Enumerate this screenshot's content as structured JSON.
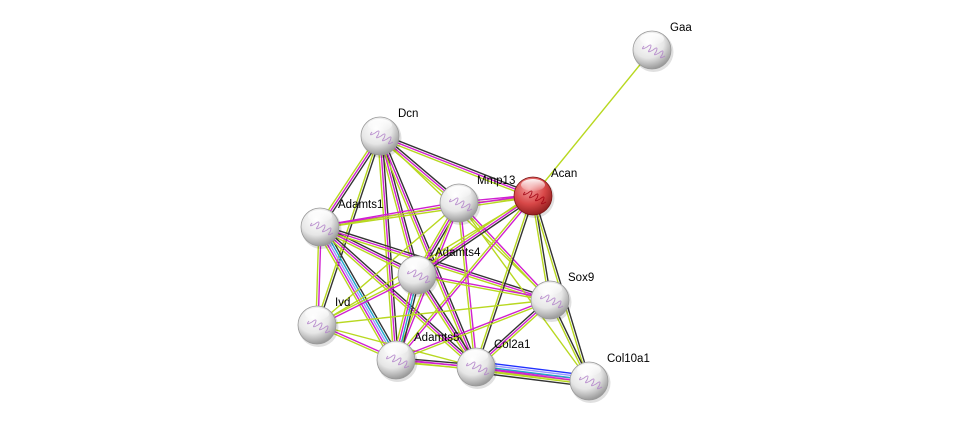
{
  "network": {
    "nodes": [
      {
        "id": "Gaa",
        "label": "Gaa",
        "query": false
      },
      {
        "id": "Dcn",
        "label": "Dcn",
        "query": false
      },
      {
        "id": "Acan",
        "label": "Acan",
        "query": true
      },
      {
        "id": "Mmp13",
        "label": "Mmp13",
        "query": false
      },
      {
        "id": "Adamts1",
        "label": "Adamts1",
        "query": false
      },
      {
        "id": "Adamts4",
        "label": "Adamts4",
        "query": false
      },
      {
        "id": "Sox9",
        "label": "Sox9",
        "query": false
      },
      {
        "id": "Ivd",
        "label": "Ivd",
        "query": false
      },
      {
        "id": "Adamts5",
        "label": "Adamts5",
        "query": false
      },
      {
        "id": "Col2a1",
        "label": "Col2a1",
        "query": false
      },
      {
        "id": "Col10a1",
        "label": "Col10a1",
        "query": false
      }
    ],
    "colors": {
      "query_node": "#d03030",
      "node": "#e8e8e8",
      "coexpression": "#333333",
      "experiments": "#d020d0",
      "textmining": "#b8d820",
      "databases": "#20a8c8",
      "homology": "#9999ff",
      "cooccurrence": "#2030ff"
    },
    "edges": [
      {
        "from": "Gaa",
        "to": "Acan",
        "evidence": [
          "textmining"
        ]
      },
      {
        "from": "Dcn",
        "to": "Acan",
        "evidence": [
          "coexpression",
          "experiments",
          "textmining"
        ]
      },
      {
        "from": "Dcn",
        "to": "Mmp13",
        "evidence": [
          "coexpression",
          "experiments",
          "textmining"
        ]
      },
      {
        "from": "Dcn",
        "to": "Adamts1",
        "evidence": [
          "coexpression",
          "experiments",
          "textmining"
        ]
      },
      {
        "from": "Dcn",
        "to": "Adamts4",
        "evidence": [
          "coexpression",
          "experiments",
          "textmining"
        ]
      },
      {
        "from": "Dcn",
        "to": "Ivd",
        "evidence": [
          "coexpression",
          "textmining"
        ]
      },
      {
        "from": "Dcn",
        "to": "Adamts5",
        "evidence": [
          "coexpression",
          "experiments",
          "textmining"
        ]
      },
      {
        "from": "Dcn",
        "to": "Col2a1",
        "evidence": [
          "coexpression",
          "experiments",
          "textmining"
        ]
      },
      {
        "from": "Dcn",
        "to": "Sox9",
        "evidence": [
          "textmining"
        ]
      },
      {
        "from": "Mmp13",
        "to": "Acan",
        "evidence": [
          "experiments",
          "textmining"
        ]
      },
      {
        "from": "Adamts1",
        "to": "Acan",
        "evidence": [
          "experiments",
          "textmining"
        ]
      },
      {
        "from": "Adamts1",
        "to": "Mmp13",
        "evidence": [
          "experiments",
          "textmining"
        ]
      },
      {
        "from": "Adamts1",
        "to": "Adamts4",
        "evidence": [
          "coexpression",
          "experiments",
          "textmining"
        ]
      },
      {
        "from": "Adamts1",
        "to": "Adamts5",
        "evidence": [
          "coexpression",
          "databases",
          "homology",
          "experiments",
          "textmining"
        ]
      },
      {
        "from": "Adamts1",
        "to": "Ivd",
        "evidence": [
          "experiments",
          "textmining"
        ]
      },
      {
        "from": "Adamts1",
        "to": "Sox9",
        "evidence": [
          "coexpression",
          "experiments",
          "textmining"
        ]
      },
      {
        "from": "Adamts1",
        "to": "Col2a1",
        "evidence": [
          "coexpression",
          "experiments",
          "textmining"
        ]
      },
      {
        "from": "Mmp13",
        "to": "Adamts4",
        "evidence": [
          "coexpression",
          "experiments",
          "textmining"
        ]
      },
      {
        "from": "Mmp13",
        "to": "Adamts5",
        "evidence": [
          "experiments",
          "textmining"
        ]
      },
      {
        "from": "Mmp13",
        "to": "Col2a1",
        "evidence": [
          "experiments",
          "textmining"
        ]
      },
      {
        "from": "Mmp13",
        "to": "Sox9",
        "evidence": [
          "experiments",
          "textmining"
        ]
      },
      {
        "from": "Mmp13",
        "to": "Col10a1",
        "evidence": [
          "textmining"
        ]
      },
      {
        "from": "Mmp13",
        "to": "Ivd",
        "evidence": [
          "textmining"
        ]
      },
      {
        "from": "Acan",
        "to": "Adamts4",
        "evidence": [
          "coexpression",
          "experiments",
          "textmining"
        ]
      },
      {
        "from": "Acan",
        "to": "Adamts5",
        "evidence": [
          "experiments",
          "textmining"
        ]
      },
      {
        "from": "Acan",
        "to": "Sox9",
        "evidence": [
          "coexpression",
          "textmining"
        ]
      },
      {
        "from": "Acan",
        "to": "Col2a1",
        "evidence": [
          "coexpression",
          "textmining"
        ]
      },
      {
        "from": "Acan",
        "to": "Col10a1",
        "evidence": [
          "coexpression",
          "textmining"
        ]
      },
      {
        "from": "Acan",
        "to": "Ivd",
        "evidence": [
          "textmining"
        ]
      },
      {
        "from": "Adamts4",
        "to": "Adamts5",
        "evidence": [
          "coexpression",
          "databases",
          "experiments",
          "textmining"
        ]
      },
      {
        "from": "Adamts4",
        "to": "Sox9",
        "evidence": [
          "experiments",
          "textmining"
        ]
      },
      {
        "from": "Adamts4",
        "to": "Col2a1",
        "evidence": [
          "coexpression",
          "experiments",
          "textmining"
        ]
      },
      {
        "from": "Adamts4",
        "to": "Ivd",
        "evidence": [
          "experiments",
          "textmining"
        ]
      },
      {
        "from": "Ivd",
        "to": "Adamts5",
        "evidence": [
          "experiments",
          "textmining"
        ]
      },
      {
        "from": "Ivd",
        "to": "Col2a1",
        "evidence": [
          "textmining"
        ]
      },
      {
        "from": "Ivd",
        "to": "Sox9",
        "evidence": [
          "textmining"
        ]
      },
      {
        "from": "Adamts5",
        "to": "Col2a1",
        "evidence": [
          "coexpression",
          "experiments",
          "textmining"
        ]
      },
      {
        "from": "Adamts5",
        "to": "Sox9",
        "evidence": [
          "experiments",
          "textmining"
        ]
      },
      {
        "from": "Adamts5",
        "to": "Col10a1",
        "evidence": [
          "experiments",
          "textmining"
        ]
      },
      {
        "from": "Col2a1",
        "to": "Sox9",
        "evidence": [
          "coexpression",
          "experiments",
          "textmining"
        ]
      },
      {
        "from": "Col2a1",
        "to": "Col10a1",
        "evidence": [
          "cooccurrence",
          "homology",
          "databases",
          "experiments",
          "textmining",
          "coexpression"
        ]
      },
      {
        "from": "Sox9",
        "to": "Col10a1",
        "evidence": [
          "coexpression",
          "textmining"
        ]
      }
    ]
  }
}
